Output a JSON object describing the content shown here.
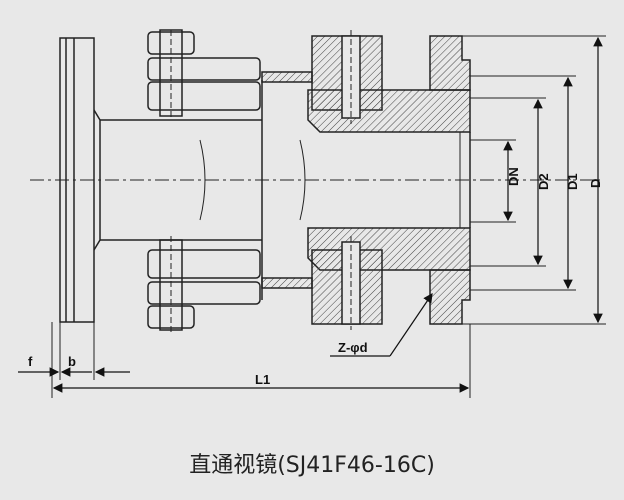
{
  "labels": {
    "f": "f",
    "b": "b",
    "L1": "L1",
    "DN": "DN",
    "D2": "D2",
    "D1": "D1",
    "D": "D",
    "bolt": "Z-φd"
  },
  "caption": "直通视镜(SJ41F46-16C)",
  "colors": {
    "line": "#222222",
    "background": "#e8e8e8",
    "hatch": "#444444"
  }
}
